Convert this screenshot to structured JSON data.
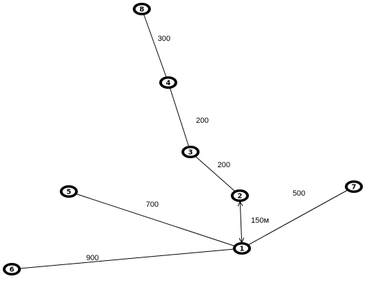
{
  "diagram": {
    "line_color": "#000000",
    "node_border_color": "#000000",
    "node_fill_color": "#ffffff",
    "background": "#ffffff",
    "nodes": [
      {
        "id": "n1",
        "label": "1"
      },
      {
        "id": "n2",
        "label": "2"
      },
      {
        "id": "n3",
        "label": "3"
      },
      {
        "id": "n4",
        "label": "4"
      },
      {
        "id": "n5",
        "label": "5"
      },
      {
        "id": "n6",
        "label": "6"
      },
      {
        "id": "n7",
        "label": "7"
      },
      {
        "id": "n8",
        "label": "8"
      }
    ],
    "edges": [
      {
        "id": "e8-4",
        "from": "n8",
        "to": "n4",
        "label": "300",
        "style": "line"
      },
      {
        "id": "e4-3",
        "from": "n4",
        "to": "n3",
        "label": "200",
        "style": "line"
      },
      {
        "id": "e3-2",
        "from": "n3",
        "to": "n2",
        "label": "200",
        "style": "line"
      },
      {
        "id": "e2-1",
        "from": "n2",
        "to": "n1",
        "label": "150м",
        "style": "double-arrow"
      },
      {
        "id": "e5-1",
        "from": "n5",
        "to": "n1",
        "label": "700",
        "style": "line"
      },
      {
        "id": "e7-1",
        "from": "n7",
        "to": "n1",
        "label": "500",
        "style": "line"
      },
      {
        "id": "e6-1",
        "from": "n6",
        "to": "n1",
        "label": "900",
        "style": "line"
      }
    ]
  }
}
